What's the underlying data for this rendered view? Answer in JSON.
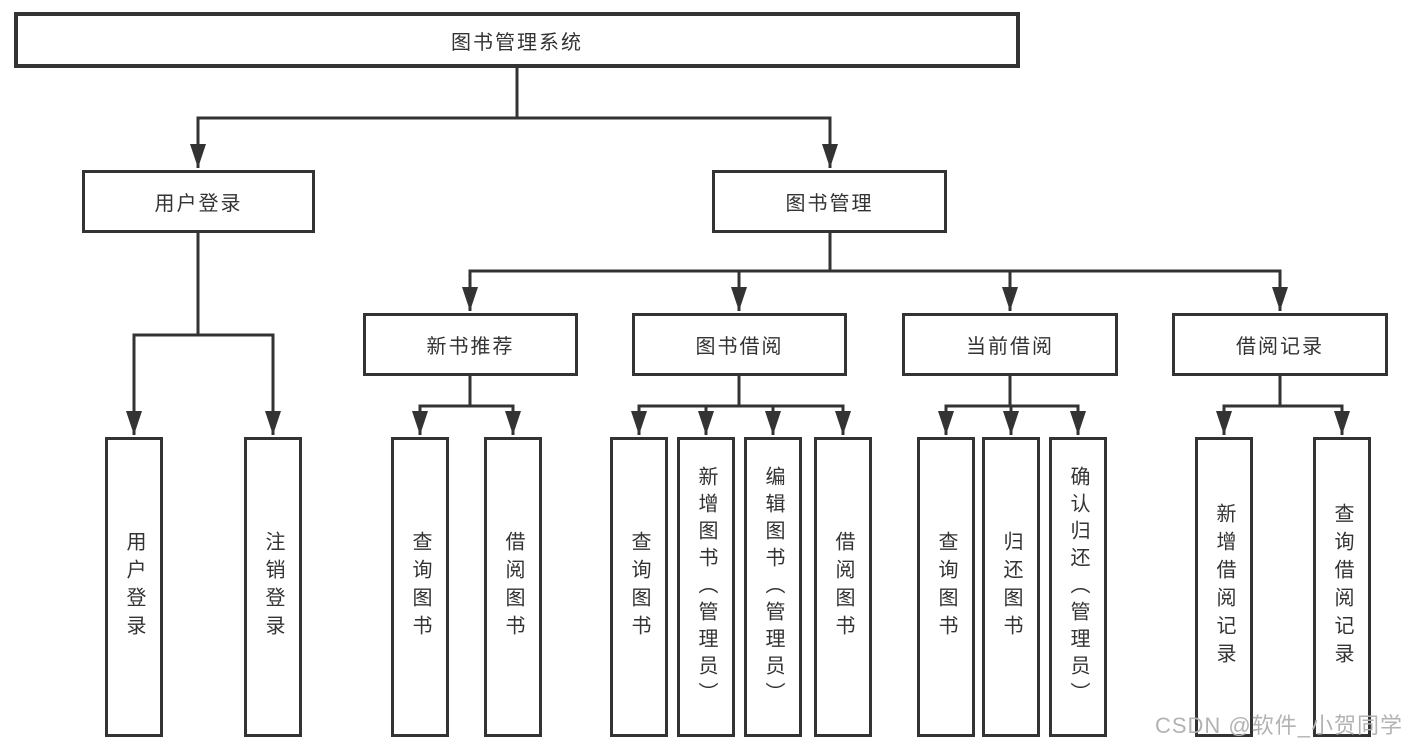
{
  "diagram_title": "图书管理系统",
  "colors": {
    "line": "#333333",
    "box_border": "#333333",
    "box_background": "#ffffff",
    "text": "#333333",
    "watermark": "#b3b3b3",
    "background": "#ffffff"
  },
  "nodes": {
    "root": {
      "id": "library-management-system",
      "label": "图书管理系统"
    },
    "level2": [
      {
        "id": "user-login",
        "label": "用户登录",
        "parent": "library-management-system"
      },
      {
        "id": "book-management",
        "label": "图书管理",
        "parent": "library-management-system"
      }
    ],
    "level3": [
      {
        "id": "new-book-recommendation",
        "label": "新书推荐",
        "parent": "book-management"
      },
      {
        "id": "book-borrowing",
        "label": "图书借阅",
        "parent": "book-management"
      },
      {
        "id": "current-borrowing",
        "label": "当前借阅",
        "parent": "book-management"
      },
      {
        "id": "borrowing-records",
        "label": "借阅记录",
        "parent": "book-management"
      }
    ],
    "leaves": [
      {
        "id": "user-login-action",
        "label": "用户登录",
        "parent": "user-login"
      },
      {
        "id": "logout-action",
        "label": "注销登录",
        "parent": "user-login"
      },
      {
        "id": "query-books-under-recommendation",
        "label": "查询图书",
        "parent": "new-book-recommendation"
      },
      {
        "id": "borrow-books-under-recommendation",
        "label": "借阅图书",
        "parent": "new-book-recommendation"
      },
      {
        "id": "query-books-under-borrowing",
        "label": "查询图书",
        "parent": "book-borrowing"
      },
      {
        "id": "add-books-admin",
        "label": "新增图书（管理员）",
        "parent": "book-borrowing"
      },
      {
        "id": "edit-books-admin",
        "label": "编辑图书（管理员）",
        "parent": "book-borrowing"
      },
      {
        "id": "borrow-books-under-borrowing",
        "label": "借阅图书",
        "parent": "book-borrowing"
      },
      {
        "id": "query-books-under-current",
        "label": "查询图书",
        "parent": "current-borrowing"
      },
      {
        "id": "return-books",
        "label": "归还图书",
        "parent": "current-borrowing"
      },
      {
        "id": "confirm-return-admin",
        "label": "确认归还（管理员）",
        "parent": "current-borrowing"
      },
      {
        "id": "add-borrowing-record",
        "label": "新增借阅记录",
        "parent": "borrowing-records"
      },
      {
        "id": "query-borrowing-record",
        "label": "查询借阅记录",
        "parent": "borrowing-records"
      }
    ]
  },
  "watermark": {
    "text": "CSDN @软件_小贺同学"
  }
}
